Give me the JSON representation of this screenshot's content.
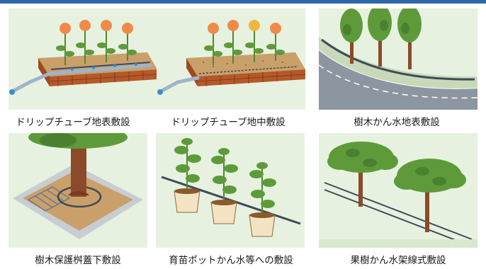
{
  "header": {
    "accent_color": "#2f66a8"
  },
  "panels": [
    {
      "caption": "ドリップチューブ地表敷設",
      "background": "#e6f2df"
    },
    {
      "caption": "ドリップチューブ地中敷設",
      "background": "#e6f2df"
    },
    {
      "caption": "樹木かん水地表敷設",
      "background": "#e6f2df"
    },
    {
      "caption": "樹木保護桝蓋下敷設",
      "background": "#e6f2df"
    },
    {
      "caption": "育苗ポットかん水等への敷設",
      "background": "#e6f2df"
    },
    {
      "caption": "果樹かん水架線式敷設",
      "background": "#e6f2df"
    }
  ],
  "colors": {
    "brick": "#b5582a",
    "soil": "#8a5a2b",
    "leaf": "#5e9a3a",
    "flower": "#f08a4b",
    "trunk": "#8c4a2a",
    "tube": "#3f4a5a",
    "pipe": "#9fb4c8"
  }
}
